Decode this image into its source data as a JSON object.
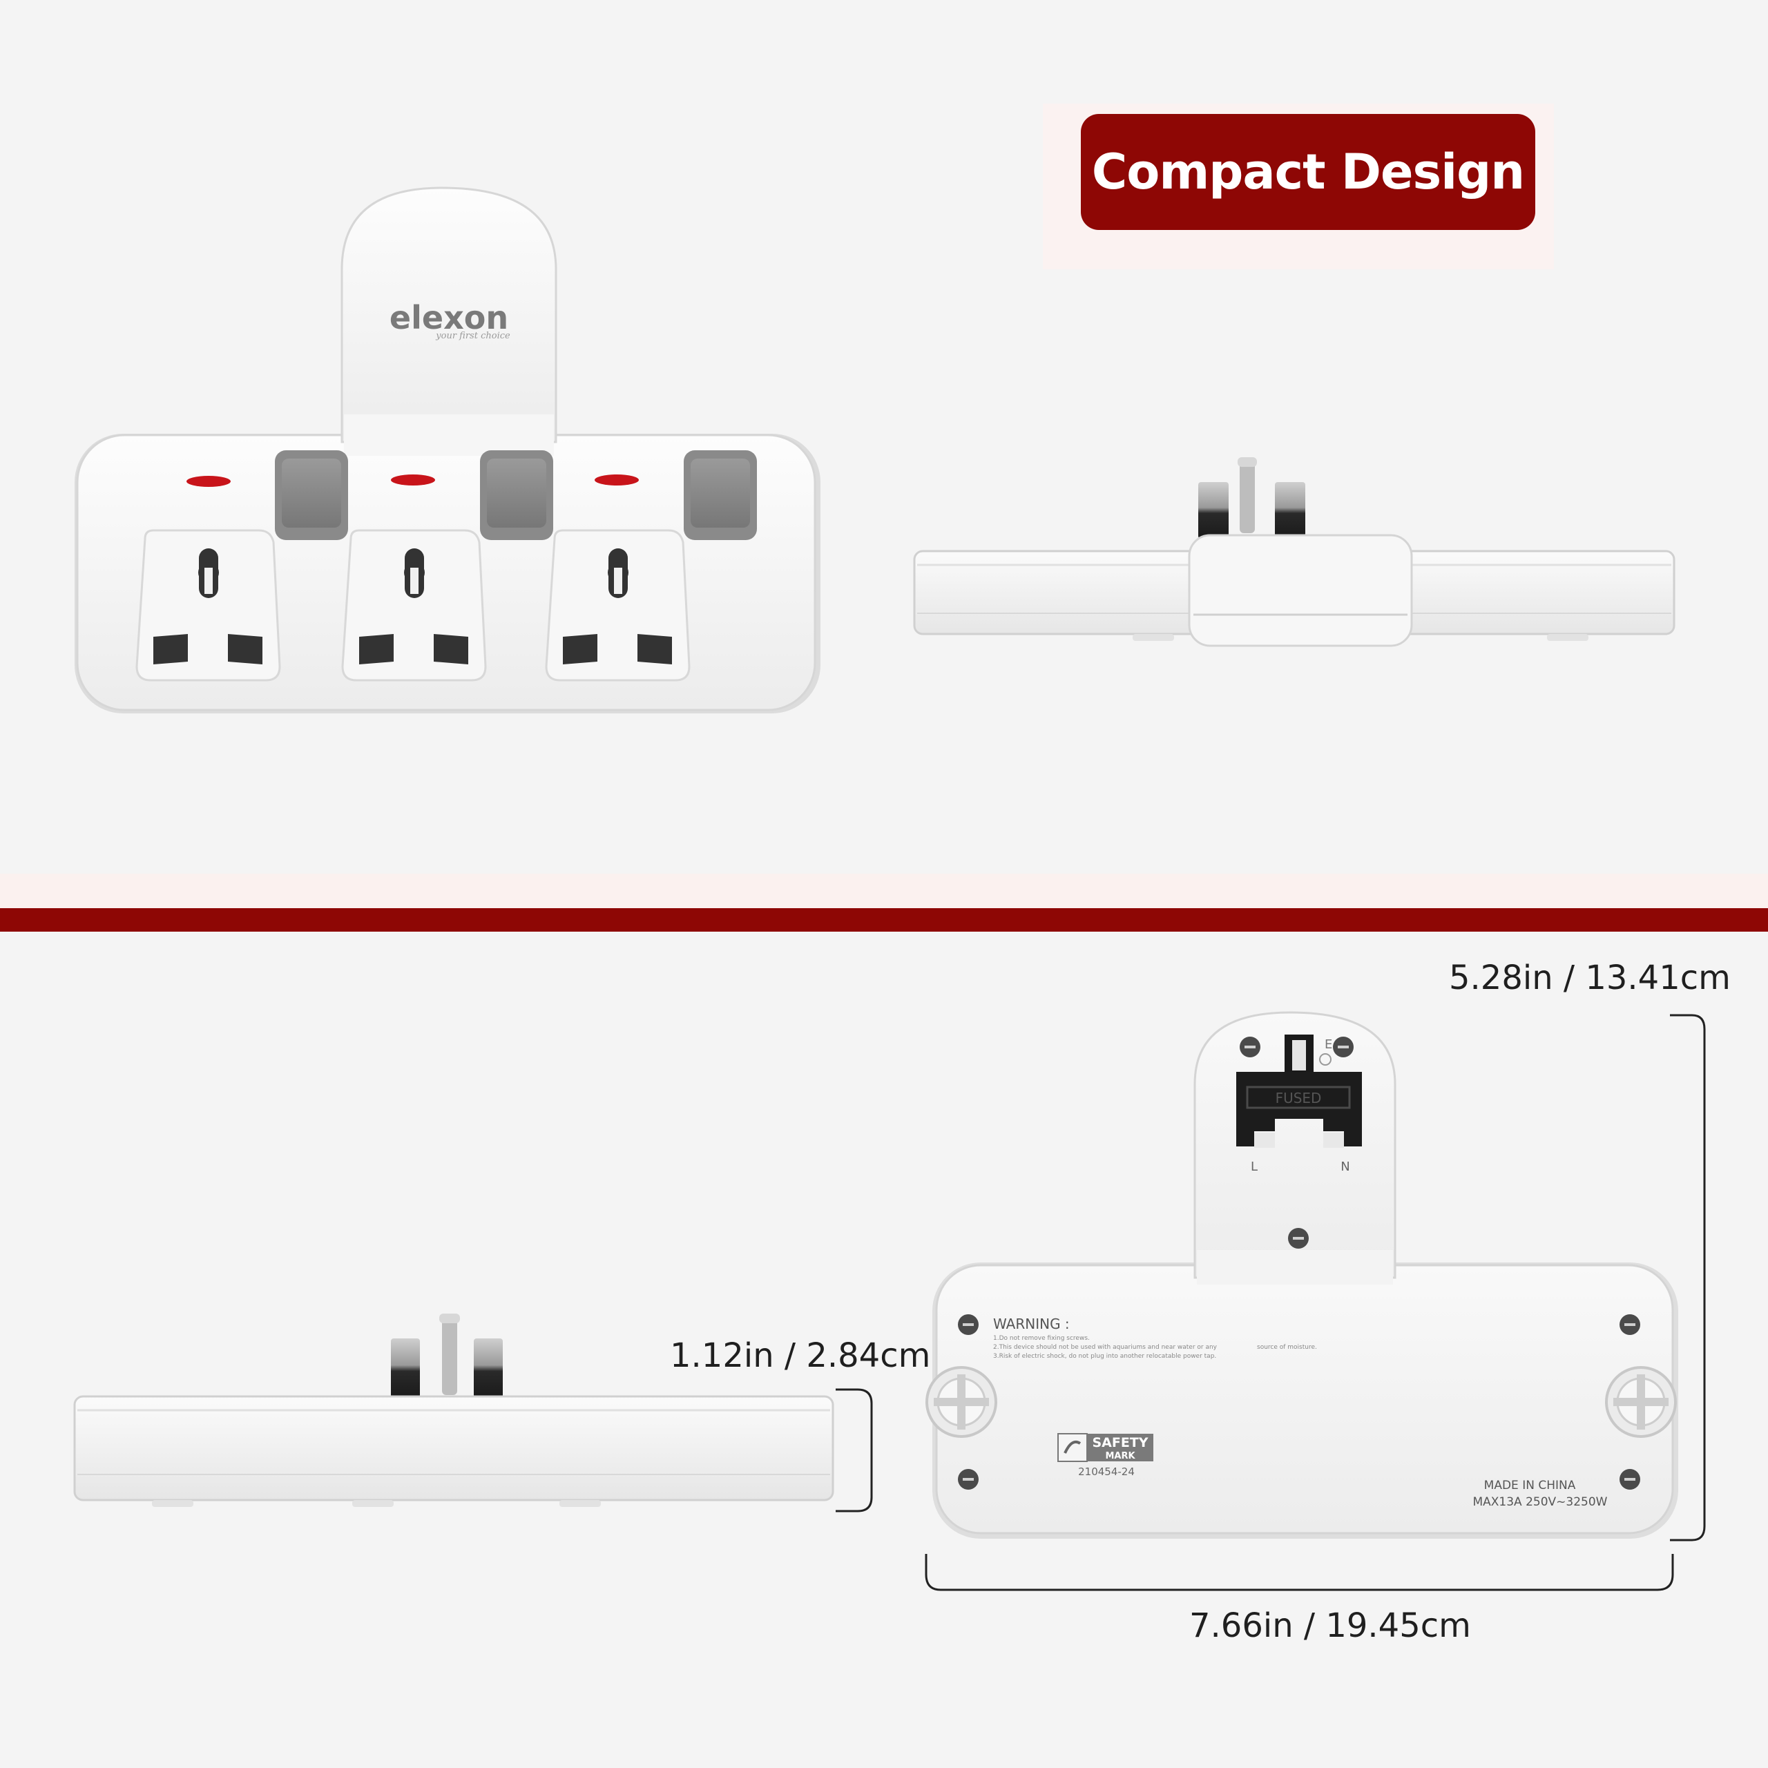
{
  "headline": "Compact Design",
  "brand": {
    "name": "elexon",
    "tagline": "your first choice"
  },
  "dimensions": {
    "height": "5.28in / 13.41cm",
    "depth": "1.12in / 2.84cm",
    "width": "7.66in / 19.45cm"
  },
  "back_label": {
    "warning_title": "WARNING :",
    "warning_lines": [
      "1.Do not remove fixing screws.",
      "2.This device should not be used with aquariums and near water or any",
      "3.Risk of electric shock, do not plug into another relocatable power tap."
    ],
    "warning_extra": "source of moisture.",
    "safety_mark_top": "SAFETY",
    "safety_mark_bottom": "MARK",
    "safety_code": "210454-24",
    "origin": "MADE IN CHINA",
    "rating": "MAX13A 250V~3250W",
    "fuse": "FUSED",
    "pin_earth": "E",
    "pin_live": "L",
    "pin_neutral": "N"
  },
  "colors": {
    "accent": "#8e0705",
    "device_body": "#f2f2f2",
    "switch": "#8a8a8a",
    "indicator": "#c8141a"
  }
}
